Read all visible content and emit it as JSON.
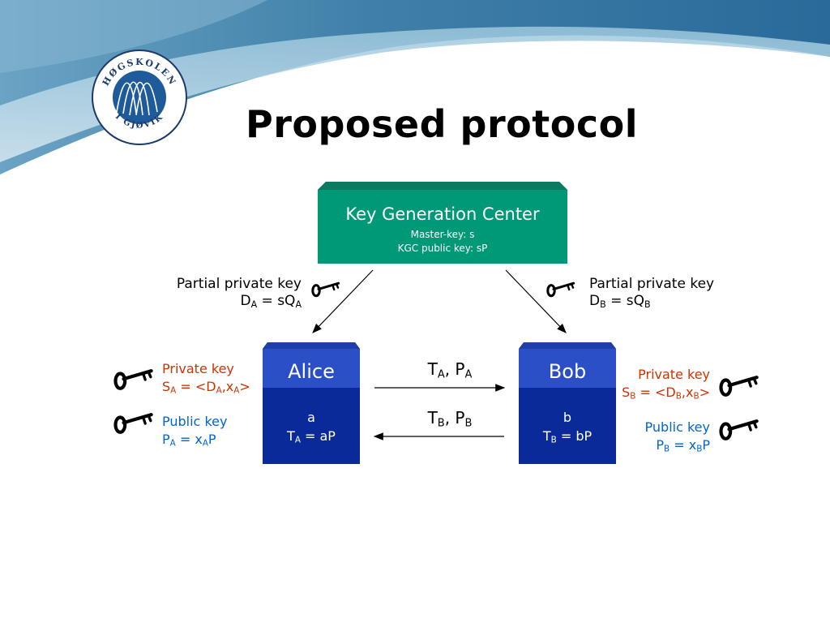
{
  "slide": {
    "title": "Proposed protocol",
    "logo_text": "HØGSKOLEN I GJØVIK"
  },
  "kgc": {
    "name": "Key Generation Center",
    "master_key": "Master-key: s",
    "public_key": "KGC public key: sP",
    "color": "#009977"
  },
  "alice": {
    "name": "Alice",
    "secret": "a",
    "pub_base": "T",
    "pub_sub": "A",
    "pub_rest": " = aP",
    "partial": {
      "label": "Partial private key",
      "base": "D",
      "sub": "A",
      "rest": " = sQ",
      "sub2": "A"
    },
    "private": {
      "label": "Private key",
      "s": "S",
      "s_sub": "A",
      "eq": " = <D",
      "d_sub": "A",
      "comma": ",x",
      "x_sub": "A",
      "end": ">"
    },
    "public": {
      "label": "Public key",
      "p": "P",
      "p_sub": "A",
      "eq": " = x",
      "x_sub": "A",
      "end": "P"
    }
  },
  "bob": {
    "name": "Bob",
    "secret": "b",
    "pub_base": "T",
    "pub_sub": "B",
    "pub_rest": " = bP",
    "partial": {
      "label": "Partial private key",
      "base": "D",
      "sub": "B",
      "rest": " = sQ",
      "sub2": "B"
    },
    "private": {
      "label": "Private key",
      "s": "S",
      "s_sub": "B",
      "eq": " = <D",
      "d_sub": "B",
      "comma": ",x",
      "x_sub": "B",
      "end": ">"
    },
    "public": {
      "label": "Public key",
      "p": "P",
      "p_sub": "B",
      "eq": " = x",
      "x_sub": "B",
      "end": "P"
    }
  },
  "messages": {
    "a_to_b": {
      "t": "T",
      "t_sub": "A",
      "p": ", P",
      "p_sub": "A"
    },
    "b_to_a": {
      "t": "T",
      "t_sub": "B",
      "p": ", P",
      "p_sub": "B"
    }
  },
  "colors": {
    "party_header": "#2b4fc7",
    "party_body": "#0a2a99",
    "private_text": "#cc3300",
    "public_text": "#0066cc",
    "banner": "#2a6a9a"
  },
  "icons": [
    "key-icon"
  ]
}
